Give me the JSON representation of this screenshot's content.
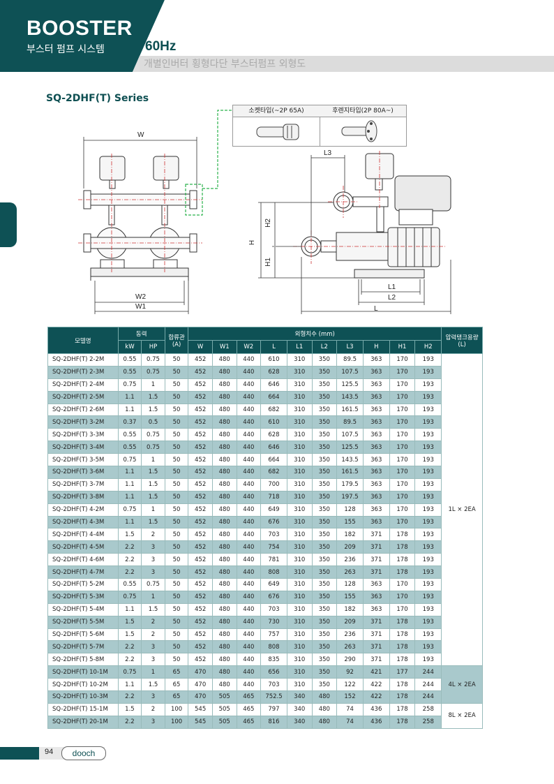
{
  "header": {
    "brand": "BOOSTER",
    "brand_sub": "부스터 펌프 시스템",
    "frequency": "60Hz",
    "description": "개별인버터 횡형다단 부스터펌프 외형도"
  },
  "series_title": "SQ-2DHF(T) Series",
  "connection": {
    "socket": "소켓타입(~2P 65A)",
    "flange": "후렌지타입(2P 80A~)"
  },
  "dims": {
    "W": "W",
    "W1": "W1",
    "W2": "W2",
    "H": "H",
    "H1": "H1",
    "H2": "H2",
    "L": "L",
    "L1": "L1",
    "L2": "L2",
    "L3": "L3"
  },
  "table": {
    "h_model": "모델명",
    "h_power": "동력",
    "h_pipe": "합류관",
    "h_pipe_unit": "(A)",
    "h_dims": "외형치수 (mm)",
    "h_tank": "압력탱크용량",
    "h_tank_unit": "(L)",
    "h_kw": "kW",
    "h_hp": "HP",
    "h_W": "W",
    "h_W1": "W1",
    "h_W2": "W2",
    "h_L": "L",
    "h_L1": "L1",
    "h_L2": "L2",
    "h_L3": "L3",
    "h_H": "H",
    "h_H1": "H1",
    "h_H2": "H2",
    "rows": [
      [
        "SQ-2DHF(T) 2-2M",
        "0.55",
        "0.75",
        "50",
        "452",
        "480",
        "440",
        "610",
        "310",
        "350",
        "89.5",
        "363",
        "170",
        "193"
      ],
      [
        "SQ-2DHF(T) 2-3M",
        "0.55",
        "0.75",
        "50",
        "452",
        "480",
        "440",
        "628",
        "310",
        "350",
        "107.5",
        "363",
        "170",
        "193"
      ],
      [
        "SQ-2DHF(T) 2-4M",
        "0.75",
        "1",
        "50",
        "452",
        "480",
        "440",
        "646",
        "310",
        "350",
        "125.5",
        "363",
        "170",
        "193"
      ],
      [
        "SQ-2DHF(T) 2-5M",
        "1.1",
        "1.5",
        "50",
        "452",
        "480",
        "440",
        "664",
        "310",
        "350",
        "143.5",
        "363",
        "170",
        "193"
      ],
      [
        "SQ-2DHF(T) 2-6M",
        "1.1",
        "1.5",
        "50",
        "452",
        "480",
        "440",
        "682",
        "310",
        "350",
        "161.5",
        "363",
        "170",
        "193"
      ],
      [
        "SQ-2DHF(T) 3-2M",
        "0.37",
        "0.5",
        "50",
        "452",
        "480",
        "440",
        "610",
        "310",
        "350",
        "89.5",
        "363",
        "170",
        "193"
      ],
      [
        "SQ-2DHF(T) 3-3M",
        "0.55",
        "0.75",
        "50",
        "452",
        "480",
        "440",
        "628",
        "310",
        "350",
        "107.5",
        "363",
        "170",
        "193"
      ],
      [
        "SQ-2DHF(T) 3-4M",
        "0.55",
        "0.75",
        "50",
        "452",
        "480",
        "440",
        "646",
        "310",
        "350",
        "125.5",
        "363",
        "170",
        "193"
      ],
      [
        "SQ-2DHF(T) 3-5M",
        "0.75",
        "1",
        "50",
        "452",
        "480",
        "440",
        "664",
        "310",
        "350",
        "143.5",
        "363",
        "170",
        "193"
      ],
      [
        "SQ-2DHF(T) 3-6M",
        "1.1",
        "1.5",
        "50",
        "452",
        "480",
        "440",
        "682",
        "310",
        "350",
        "161.5",
        "363",
        "170",
        "193"
      ],
      [
        "SQ-2DHF(T) 3-7M",
        "1.1",
        "1.5",
        "50",
        "452",
        "480",
        "440",
        "700",
        "310",
        "350",
        "179.5",
        "363",
        "170",
        "193"
      ],
      [
        "SQ-2DHF(T) 3-8M",
        "1.1",
        "1.5",
        "50",
        "452",
        "480",
        "440",
        "718",
        "310",
        "350",
        "197.5",
        "363",
        "170",
        "193"
      ],
      [
        "SQ-2DHF(T) 4-2M",
        "0.75",
        "1",
        "50",
        "452",
        "480",
        "440",
        "649",
        "310",
        "350",
        "128",
        "363",
        "170",
        "193"
      ],
      [
        "SQ-2DHF(T) 4-3M",
        "1.1",
        "1.5",
        "50",
        "452",
        "480",
        "440",
        "676",
        "310",
        "350",
        "155",
        "363",
        "170",
        "193"
      ],
      [
        "SQ-2DHF(T) 4-4M",
        "1.5",
        "2",
        "50",
        "452",
        "480",
        "440",
        "703",
        "310",
        "350",
        "182",
        "371",
        "178",
        "193"
      ],
      [
        "SQ-2DHF(T) 4-5M",
        "2.2",
        "3",
        "50",
        "452",
        "480",
        "440",
        "754",
        "310",
        "350",
        "209",
        "371",
        "178",
        "193"
      ],
      [
        "SQ-2DHF(T) 4-6M",
        "2.2",
        "3",
        "50",
        "452",
        "480",
        "440",
        "781",
        "310",
        "350",
        "236",
        "371",
        "178",
        "193"
      ],
      [
        "SQ-2DHF(T) 4-7M",
        "2.2",
        "3",
        "50",
        "452",
        "480",
        "440",
        "808",
        "310",
        "350",
        "263",
        "371",
        "178",
        "193"
      ],
      [
        "SQ-2DHF(T) 5-2M",
        "0.55",
        "0.75",
        "50",
        "452",
        "480",
        "440",
        "649",
        "310",
        "350",
        "128",
        "363",
        "170",
        "193"
      ],
      [
        "SQ-2DHF(T) 5-3M",
        "0.75",
        "1",
        "50",
        "452",
        "480",
        "440",
        "676",
        "310",
        "350",
        "155",
        "363",
        "170",
        "193"
      ],
      [
        "SQ-2DHF(T) 5-4M",
        "1.1",
        "1.5",
        "50",
        "452",
        "480",
        "440",
        "703",
        "310",
        "350",
        "182",
        "363",
        "170",
        "193"
      ],
      [
        "SQ-2DHF(T) 5-5M",
        "1.5",
        "2",
        "50",
        "452",
        "480",
        "440",
        "730",
        "310",
        "350",
        "209",
        "371",
        "178",
        "193"
      ],
      [
        "SQ-2DHF(T) 5-6M",
        "1.5",
        "2",
        "50",
        "452",
        "480",
        "440",
        "757",
        "310",
        "350",
        "236",
        "371",
        "178",
        "193"
      ],
      [
        "SQ-2DHF(T) 5-7M",
        "2.2",
        "3",
        "50",
        "452",
        "480",
        "440",
        "808",
        "310",
        "350",
        "263",
        "371",
        "178",
        "193"
      ],
      [
        "SQ-2DHF(T) 5-8M",
        "2.2",
        "3",
        "50",
        "452",
        "480",
        "440",
        "835",
        "310",
        "350",
        "290",
        "371",
        "178",
        "193"
      ],
      [
        "SQ-2DHF(T) 10-1M",
        "0.75",
        "1",
        "65",
        "470",
        "480",
        "440",
        "656",
        "310",
        "350",
        "92",
        "421",
        "177",
        "244"
      ],
      [
        "SQ-2DHF(T) 10-2M",
        "1.1",
        "1.5",
        "65",
        "470",
        "480",
        "440",
        "703",
        "310",
        "350",
        "122",
        "422",
        "178",
        "244"
      ],
      [
        "SQ-2DHF(T) 10-3M",
        "2.2",
        "3",
        "65",
        "470",
        "505",
        "465",
        "752.5",
        "340",
        "480",
        "152",
        "422",
        "178",
        "244"
      ],
      [
        "SQ-2DHF(T) 15-1M",
        "1.5",
        "2",
        "100",
        "545",
        "505",
        "465",
        "797",
        "340",
        "480",
        "74",
        "436",
        "178",
        "258"
      ],
      [
        "SQ-2DHF(T) 20-1M",
        "2.2",
        "3",
        "100",
        "545",
        "505",
        "465",
        "816",
        "340",
        "480",
        "74",
        "436",
        "178",
        "258"
      ]
    ],
    "tank_groups": [
      {
        "label": "1L × 2EA",
        "span": 25
      },
      {
        "label": "4L × 2EA",
        "span": 3
      },
      {
        "label": "8L × 2EA",
        "span": 2
      }
    ]
  },
  "footer": {
    "page": "94",
    "logo": "dooch"
  },
  "colors": {
    "primary": "#0e5155",
    "row_alt": "#a9c9cc",
    "green_dash": "#2bb24c",
    "red_center": "#cc3333"
  }
}
